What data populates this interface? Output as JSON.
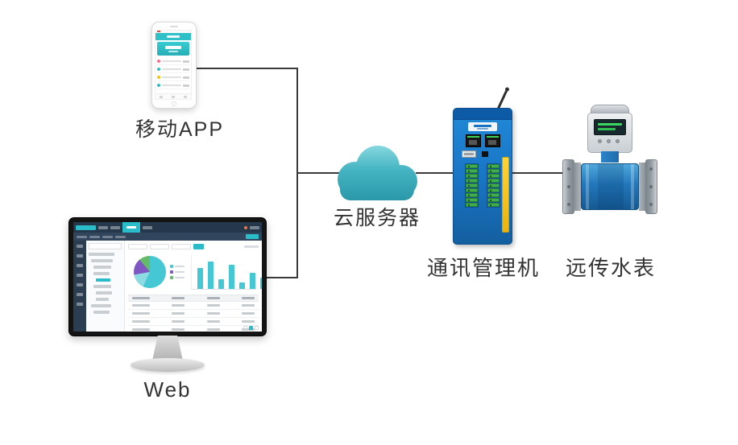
{
  "labels": {
    "mobile_app": "移动APP",
    "web": "Web",
    "cloud_server": "云服务器",
    "comm_manager": "通讯管理机",
    "water_meter": "远传水表"
  },
  "colors": {
    "connector": "#3a3a3a",
    "accent_teal": "#2bbcc9",
    "phone_teal": "#2fc1c7",
    "gateway_blue": "#1973c3",
    "meter_blue": "#2277bb",
    "terminal_green": "#3fae4d",
    "yellow_strip": "#ffd438",
    "cloud_top": "#8edce2",
    "cloud_bottom": "#2795a6",
    "lcd_green": "#3bd65f",
    "label_text": "#333333"
  },
  "web_dashboard": {
    "sidebar_icon_count": 7,
    "tree_rows": [
      [
        0,
        32
      ],
      [
        3,
        27
      ],
      [
        6,
        22
      ],
      [
        6,
        20
      ],
      [
        9,
        18
      ],
      [
        6,
        22
      ],
      [
        9,
        20
      ],
      [
        9,
        16
      ],
      [
        3,
        25
      ],
      [
        6,
        20
      ]
    ],
    "tree_highlight_index": 4,
    "pie_slices": [
      {
        "name": "slice-teal",
        "color": "#45c8d4",
        "deg": 205
      },
      {
        "name": "slice-light-teal",
        "color": "#8adbe2",
        "deg": 55
      },
      {
        "name": "slice-purple",
        "color": "#7e57c2",
        "deg": 60
      },
      {
        "name": "slice-green",
        "color": "#66bb6a",
        "deg": 40
      }
    ],
    "bar_heights": [
      26,
      34,
      12,
      30,
      8,
      20,
      14
    ],
    "bar_color": "#45c8d4",
    "table_row_count": 4,
    "table_col_widths": [
      22,
      16,
      16,
      16
    ]
  },
  "phone_app": {
    "list_rows": [
      {
        "color": "#ff6b81"
      },
      {
        "color": "#2fc1c7"
      },
      {
        "color": "#ffc107"
      },
      {
        "color": "#2fc1c7"
      }
    ]
  },
  "comm_device": {
    "terminal_rows": 9
  }
}
